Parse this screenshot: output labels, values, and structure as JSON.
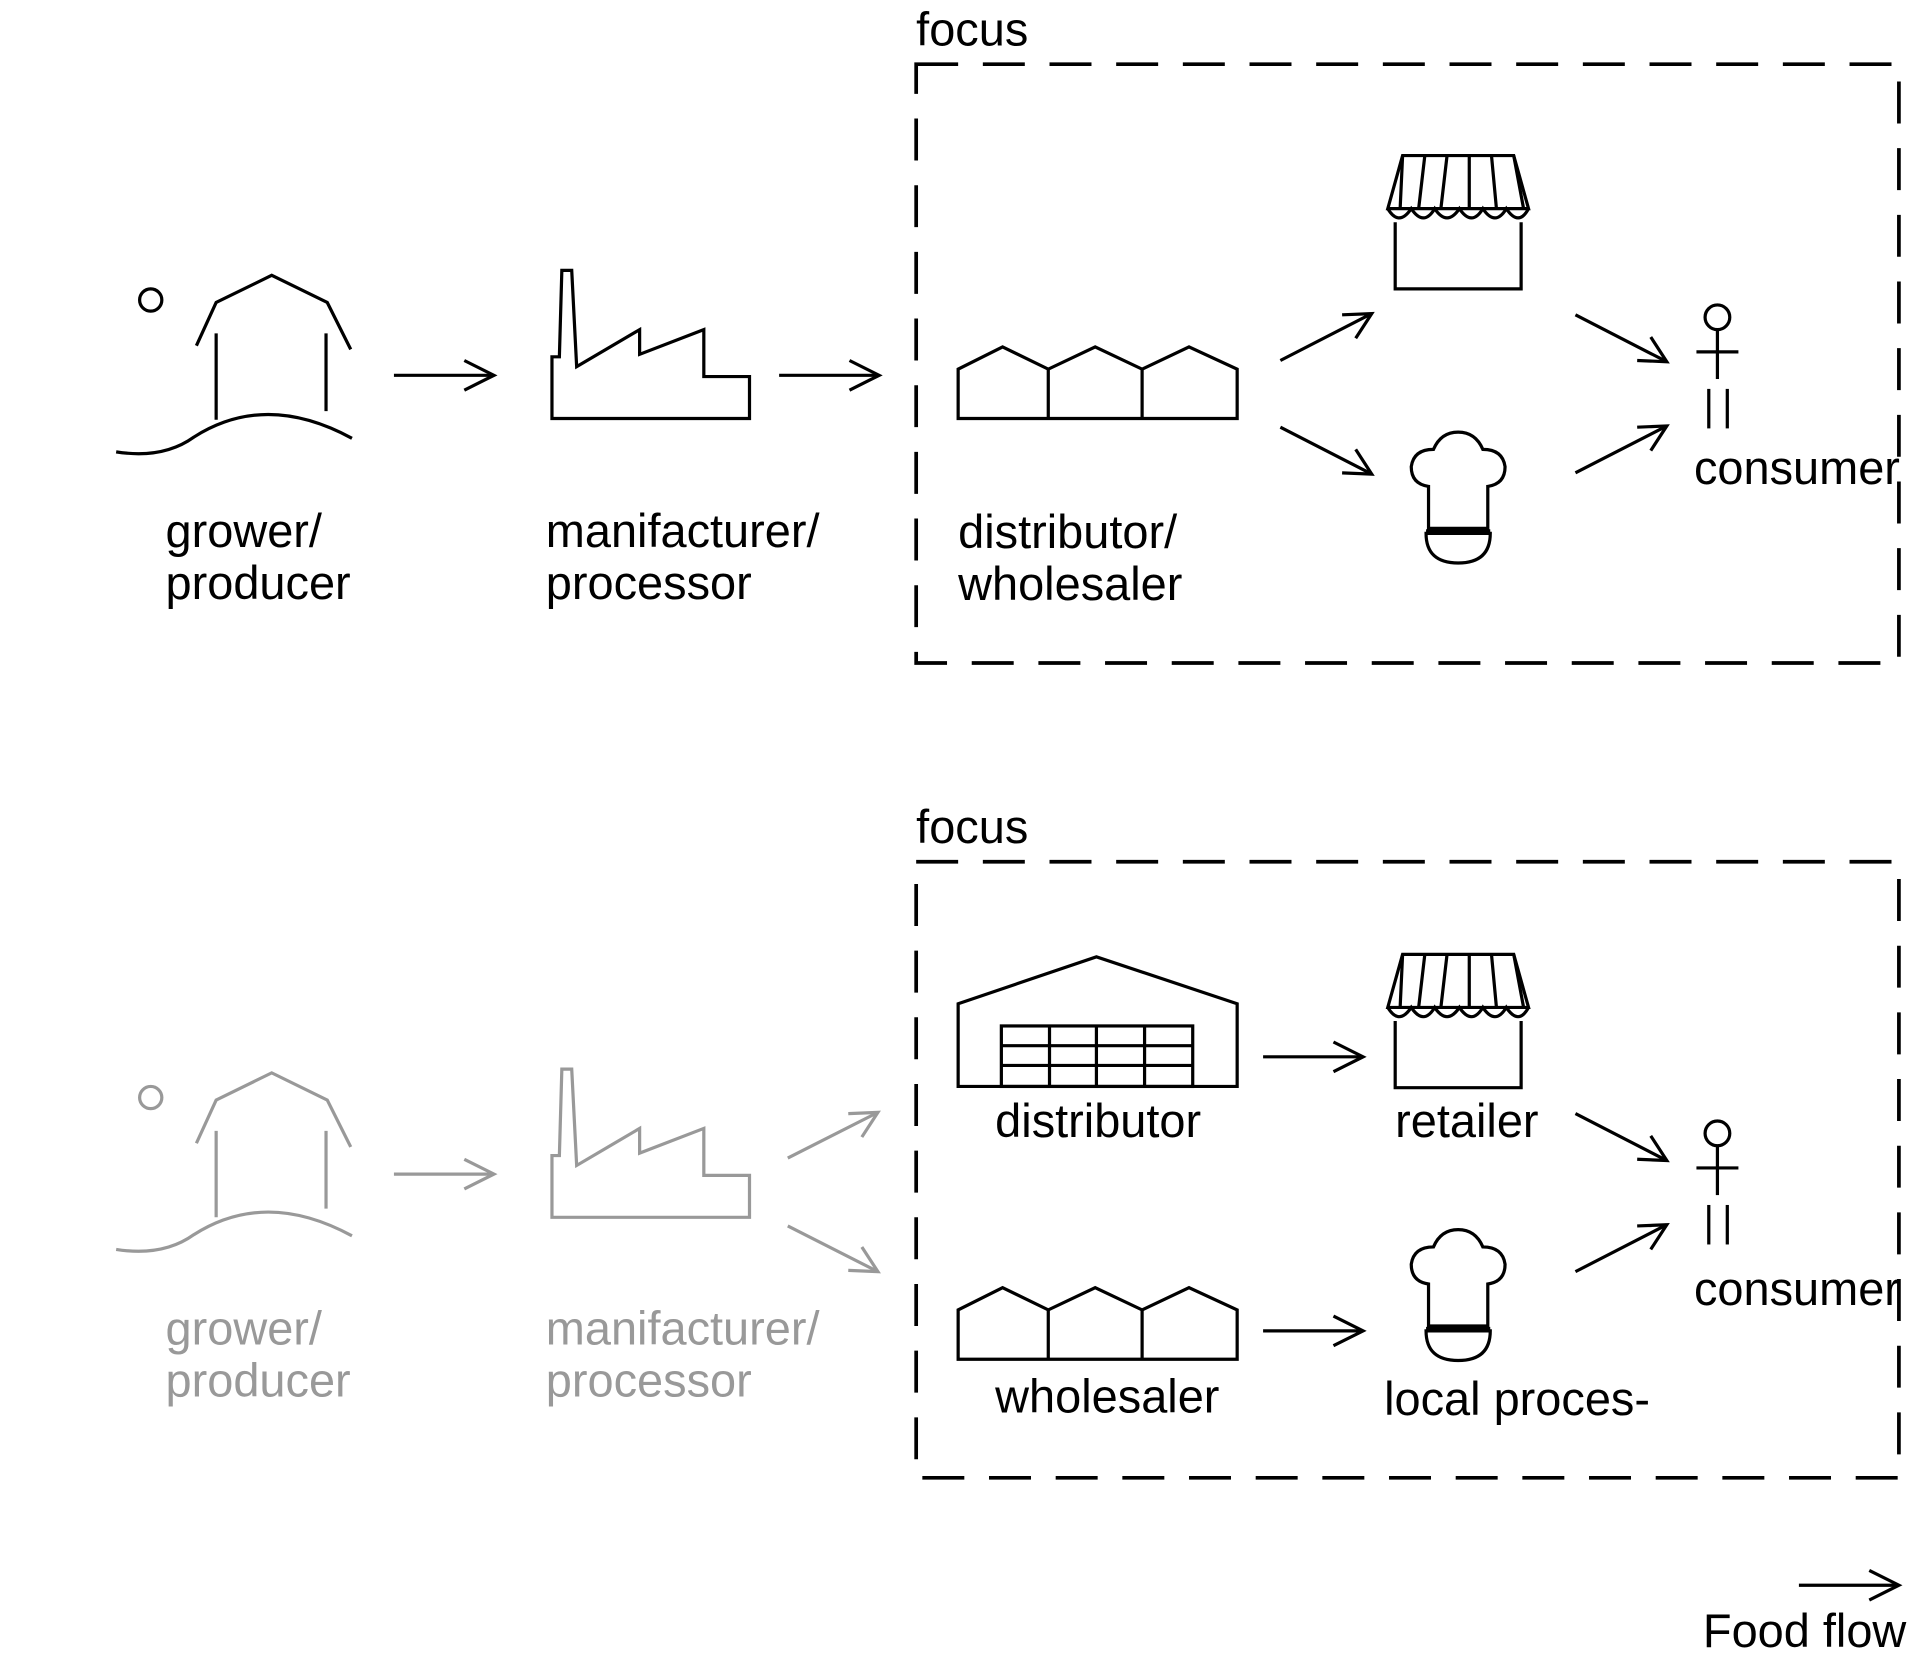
{
  "colors": {
    "ink": "#000000",
    "muted": "#999999",
    "background": "#ffffff"
  },
  "top": {
    "focus_label": "focus",
    "grower": {
      "line1": "grower/",
      "line2": "producer",
      "icon": "farm-icon"
    },
    "manufacturer": {
      "line1": "manifacturer/",
      "line2": "processor",
      "icon": "factory-icon"
    },
    "distributor": {
      "line1": "distributor/",
      "line2": "wholesaler",
      "icon": "warehouse-icon"
    },
    "retailer": {
      "icon": "shop-icon"
    },
    "local_processor": {
      "icon": "chef-hat-icon"
    },
    "consumer": {
      "label": "consumer",
      "icon": "person-icon"
    }
  },
  "bottom": {
    "focus_label": "focus",
    "grower": {
      "line1": "grower/",
      "line2": "producer",
      "icon": "farm-icon"
    },
    "manufacturer": {
      "line1": "manifacturer/",
      "line2": "processor",
      "icon": "factory-icon"
    },
    "distributor": {
      "label": "distributor",
      "icon": "distribution-center-icon"
    },
    "wholesaler": {
      "label": "wholesaler",
      "icon": "warehouse-icon"
    },
    "retailer": {
      "label": "retailer",
      "icon": "shop-icon"
    },
    "local_processor": {
      "label": "local proces-",
      "icon": "chef-hat-icon"
    },
    "consumer": {
      "label": "consumer",
      "icon": "person-icon"
    }
  },
  "legend": {
    "label": "Food flow",
    "icon": "arrow-icon"
  }
}
